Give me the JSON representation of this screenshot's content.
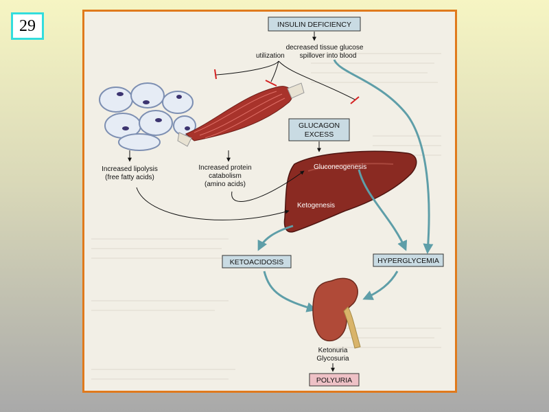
{
  "slide": {
    "number": "29"
  },
  "boxes": {
    "insulin_deficiency": "INSULIN DEFICIENCY",
    "glucagon_line1": "GLUCAGON",
    "glucagon_line2": "EXCESS",
    "ketoacidosis": "KETOACIDOSIS",
    "hyperglycemia": "HYPERGLYCEMIA",
    "polyuria": "POLYURIA"
  },
  "labels": {
    "decreased_line1": "decreased tissue glucose",
    "utilization": "utilization",
    "decreased_line2": "spillover into blood",
    "lipolysis_line1": "Increased lipolysis",
    "lipolysis_line2": "(free fatty acids)",
    "protein_line1": "Increased protein",
    "protein_line2": "catabolism",
    "protein_line3": "(amino acids)",
    "gluconeogenesis": "Gluconeogenesis",
    "ketogenesis": "Ketogenesis",
    "ketonuria": "Ketonuria",
    "glycosuria": "Glycosuria"
  },
  "colors": {
    "frame_border": "#e07a1c",
    "box_fill": "#c9dbe3",
    "teal_arrow": "#5e9ea8",
    "liver": "#8a2a22",
    "muscle": "#a8332b",
    "kidney": "#b04a38",
    "ureter": "#d9b46a",
    "inhibit_bar": "#d42020",
    "slide_num_border": "#33dddd"
  }
}
